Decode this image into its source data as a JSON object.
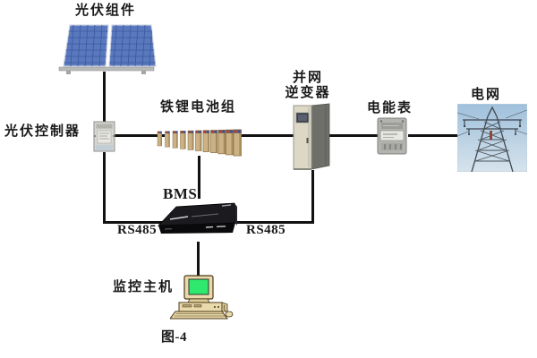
{
  "figure_caption": "图-4",
  "nodes": {
    "pv_modules": {
      "label": "光伏组件",
      "icon": "solar-panel-icon"
    },
    "pv_controller": {
      "label": "光伏控制器",
      "icon": "charge-controller-icon"
    },
    "battery_pack": {
      "label": "铁锂电池组",
      "icon": "battery-bank-icon"
    },
    "bms": {
      "label": "BMS",
      "icon": "bms-unit-icon"
    },
    "grid_inverter": {
      "label": "并网\n逆变器",
      "icon": "inverter-cabinet-icon"
    },
    "energy_meter": {
      "label": "电能表",
      "icon": "energy-meter-icon"
    },
    "power_grid": {
      "label": "电网",
      "icon": "transmission-tower-icon"
    },
    "monitoring_host": {
      "label": "监控主机",
      "icon": "desktop-computer-icon"
    }
  },
  "links": [
    {
      "from": "pv_modules",
      "to": "pv_controller",
      "label": ""
    },
    {
      "from": "pv_controller",
      "to": "battery_pack",
      "label": ""
    },
    {
      "from": "battery_pack",
      "to": "grid_inverter",
      "label": ""
    },
    {
      "from": "grid_inverter",
      "to": "energy_meter",
      "label": ""
    },
    {
      "from": "energy_meter",
      "to": "power_grid",
      "label": ""
    },
    {
      "from": "battery_pack",
      "to": "bms",
      "label": ""
    },
    {
      "from": "pv_controller",
      "to": "bms",
      "label": "RS485"
    },
    {
      "from": "bms",
      "to": "grid_inverter",
      "label": "RS485"
    },
    {
      "from": "bms",
      "to": "monitoring_host",
      "label": ""
    }
  ],
  "colors": {
    "wire": "#111111",
    "label_text": "#1a1a1a",
    "panel_blue": "#5a78bd",
    "battery_tan": "#cbb184",
    "inverter_beige": "#dcd8c5",
    "bms_black": "#1b1b1f",
    "monitor_screen_green": "#2ee96e",
    "sky_blue": "#a5c5de"
  }
}
